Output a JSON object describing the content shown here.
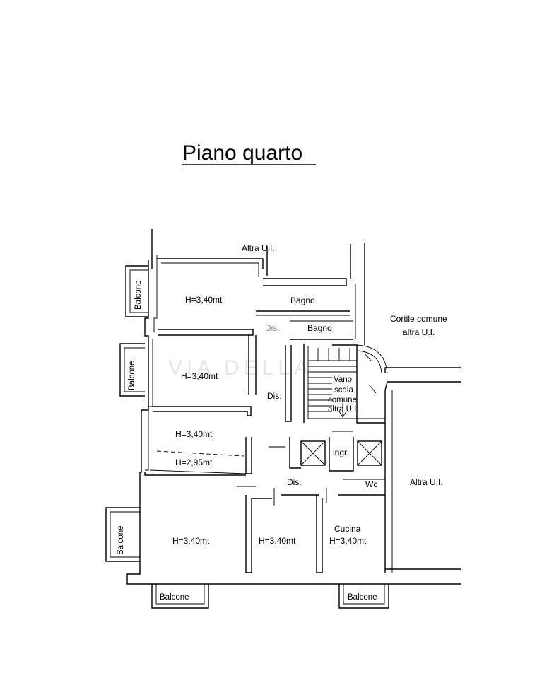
{
  "title": "Piano quarto",
  "watermark": "VIA DELLA",
  "labels": {
    "altra_ui_top": "Altra U.I.",
    "altra_ui_right": "Altra U.I.",
    "cortile_1": "Cortile comune",
    "cortile_2": "altra U.I.",
    "bagno_1": "Bagno",
    "bagno_2": "Bagno",
    "dis_grey": "Dis.",
    "dis_center": "Dis.",
    "dis_bottom": "Dis.",
    "vano_1": "Vano",
    "vano_2": "scala",
    "vano_3": "comune",
    "vano_4": "altra U.I.",
    "ingr": "ingr.",
    "wc": "Wc",
    "cucina": "Cucina",
    "room_1_h": "H=3,40mt",
    "room_2_h": "H=3,40mt",
    "room_3_h": "H=3,40mt",
    "room_3_h2": "H=2,95mt",
    "room_4_h": "H=3,40mt",
    "room_5_h": "H=3,40mt",
    "room_6_h": "H=3,40mt",
    "balcone_left_1": "Balcone",
    "balcone_left_2": "Balcone",
    "balcone_left_3": "Balcone",
    "balcone_bottom_1": "Balcone",
    "balcone_bottom_2": "Balcone"
  }
}
